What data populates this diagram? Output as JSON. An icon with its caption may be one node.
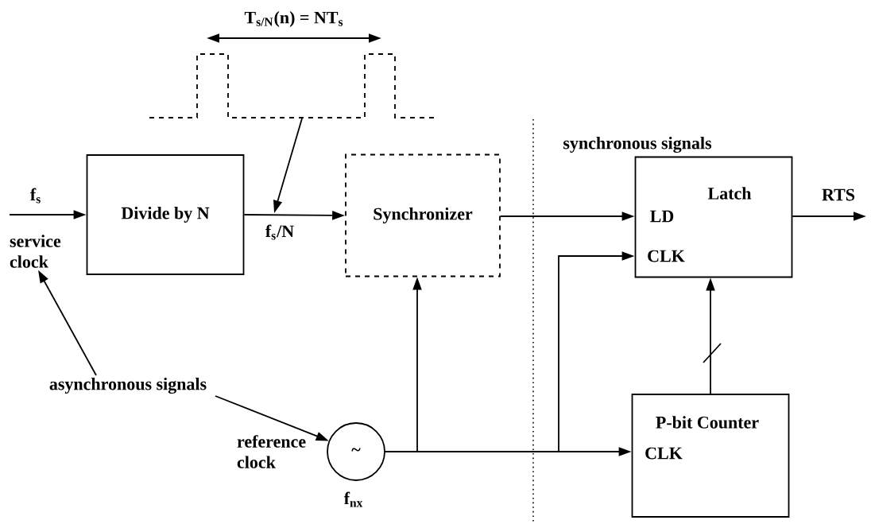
{
  "diagram": {
    "nodes": [
      {
        "text": [
          "Divide by N"
        ]
      },
      {
        "text": [
          "Synchronizer"
        ]
      },
      {
        "text": [
          "Latch",
          "LD",
          "CLK"
        ]
      },
      {
        "text": [
          "P-bit Counter",
          "CLK"
        ]
      },
      {
        "text": [
          "~"
        ],
        "beside": [
          "reference clock",
          "f$_{nx}$"
        ]
      },
      {
        "text": [
          "asynchronous signals"
        ]
      },
      {
        "text": [
          "service clock"
        ]
      },
      {
        "text": [],
        "shape": "picture"
      }
    ],
    "edges": [
      {
        "from": null,
        "to": 0,
        "arrow": "to",
        "label": "f$_{s}$"
      },
      {
        "from": 0,
        "to": 1,
        "arrow": "to",
        "label": "f$_{s}$/N"
      },
      {
        "from": 1,
        "to": 2,
        "arrow": "to"
      },
      {
        "from": 4,
        "to": 1,
        "arrow": "to"
      },
      {
        "from": 4,
        "to": 2,
        "arrow": "to"
      },
      {
        "from": 4,
        "to": 3,
        "arrow": "to"
      },
      {
        "from": 3,
        "to": 2,
        "arrow": "to"
      },
      {
        "from": 2,
        "to": null,
        "arrow": "to",
        "label": "RTS"
      },
      {
        "from": 5,
        "to": 6,
        "arrow": "to"
      },
      {
        "from": 5,
        "to": 4,
        "arrow": "to"
      },
      {
        "from": 7,
        "to": null,
        "arrow": "to"
      }
    ],
    "labels": [
      "T$_{s/N}$(n) = NT$_{s}$",
      "synchronous signals"
    ]
  }
}
